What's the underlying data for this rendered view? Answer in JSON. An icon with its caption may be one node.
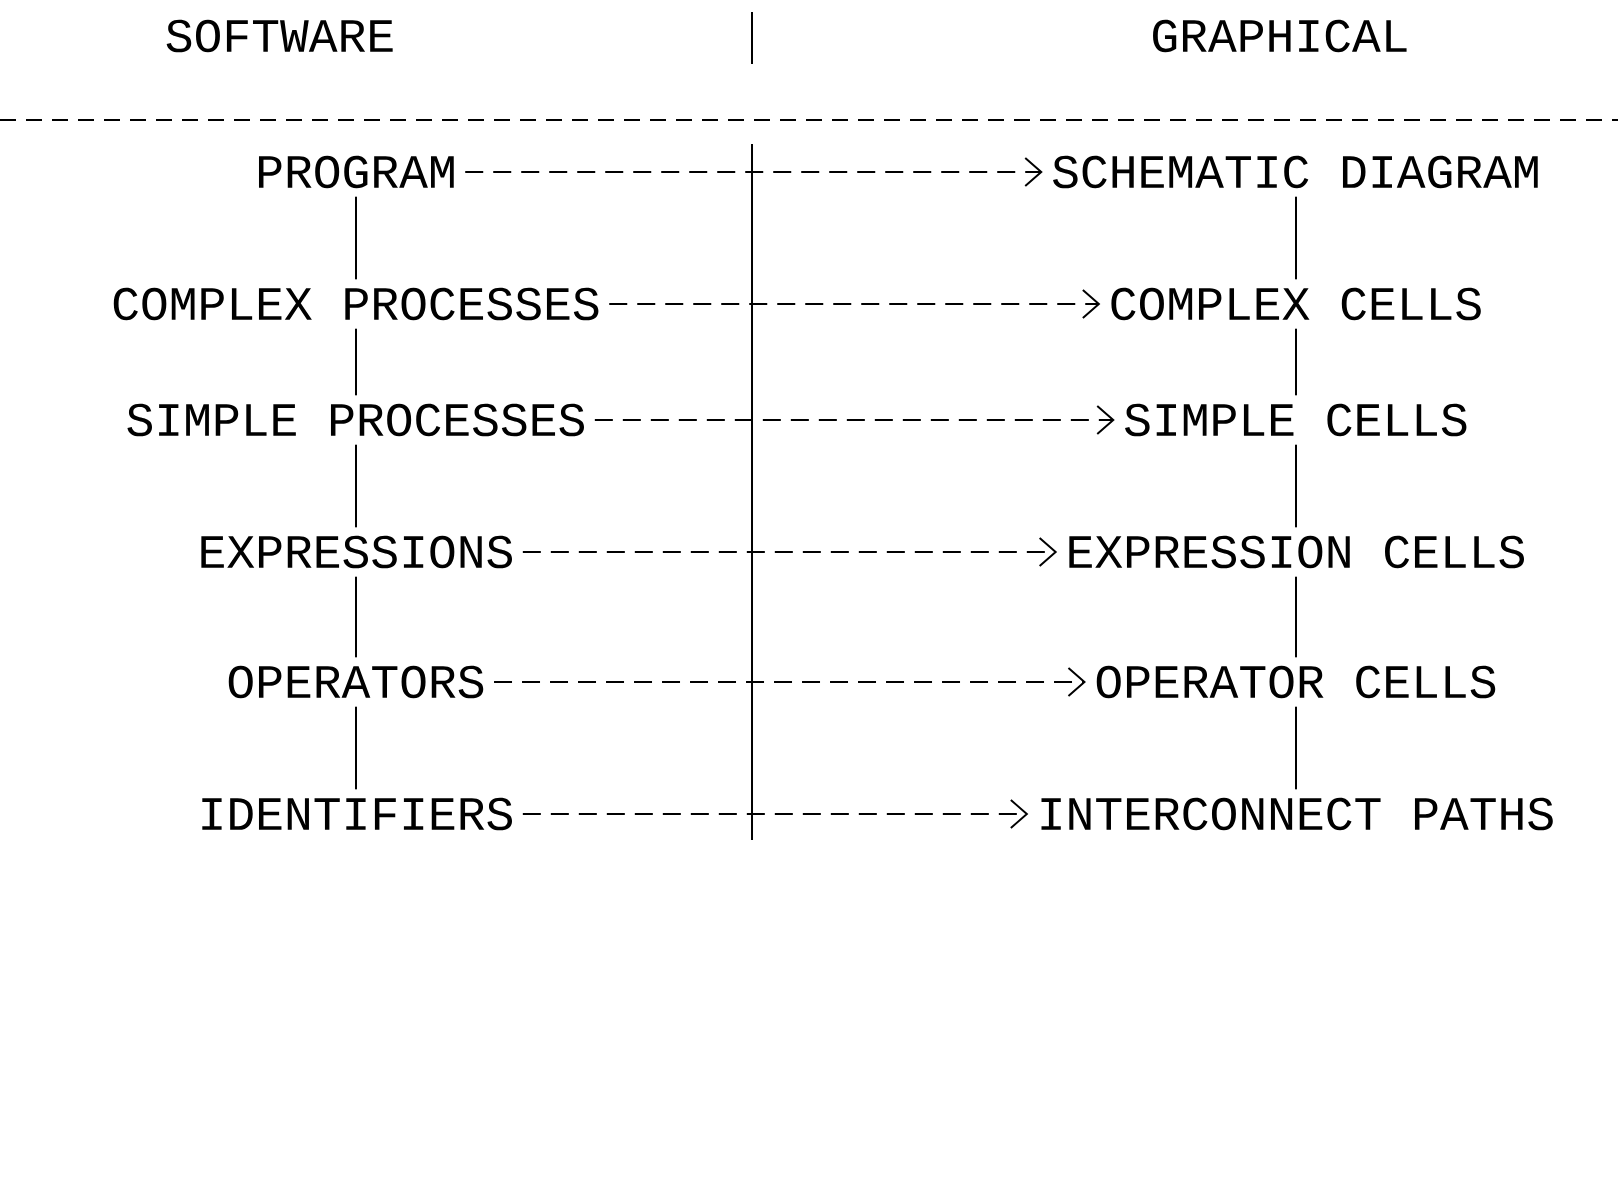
{
  "diagram": {
    "nodes": [
      {
        "text": [
          "PROGRAM"
        ]
      },
      {
        "text": [
          "SCHEMATIC DIAGRAM"
        ]
      },
      {
        "text": [
          "COMPLEX PROCESSES"
        ]
      },
      {
        "text": [
          "COMPLEX CELLS"
        ]
      },
      {
        "text": [
          "SIMPLE PROCESSES"
        ]
      },
      {
        "text": [
          "SIMPLE CELLS"
        ]
      },
      {
        "text": [
          "EXPRESSIONS"
        ]
      },
      {
        "text": [
          "EXPRESSION CELLS"
        ]
      },
      {
        "text": [
          "OPERATORS"
        ]
      },
      {
        "text": [
          "OPERATOR CELLS"
        ]
      },
      {
        "text": [
          "IDENTIFIERS"
        ]
      },
      {
        "text": [
          "INTERCONNECT PATHS"
        ]
      }
    ],
    "edges": [
      {
        "from": 0,
        "to": 1,
        "arrow": "to",
        "style": "dashed"
      },
      {
        "from": 2,
        "to": 3,
        "arrow": "to",
        "style": "dashed"
      },
      {
        "from": 4,
        "to": 5,
        "arrow": "to",
        "style": "dashed"
      },
      {
        "from": 6,
        "to": 7,
        "arrow": "to",
        "style": "dashed"
      },
      {
        "from": 8,
        "to": 9,
        "arrow": "to",
        "style": "dashed"
      },
      {
        "from": 10,
        "to": 11,
        "arrow": "to",
        "style": "dashed"
      },
      {
        "from": 0,
        "to": 2,
        "arrow": "none"
      },
      {
        "from": 2,
        "to": 4,
        "arrow": "none"
      },
      {
        "from": 4,
        "to": 6,
        "arrow": "none"
      },
      {
        "from": 6,
        "to": 8,
        "arrow": "none"
      },
      {
        "from": 8,
        "to": 10,
        "arrow": "none"
      },
      {
        "from": 1,
        "to": 3,
        "arrow": "none"
      },
      {
        "from": 3,
        "to": 5,
        "arrow": "none"
      },
      {
        "from": 5,
        "to": 7,
        "arrow": "none"
      },
      {
        "from": 7,
        "to": 9,
        "arrow": "none"
      },
      {
        "from": 9,
        "to": 11,
        "arrow": "none"
      }
    ],
    "labels": [
      "SOFTWARE",
      "GRAPHICAL"
    ]
  }
}
